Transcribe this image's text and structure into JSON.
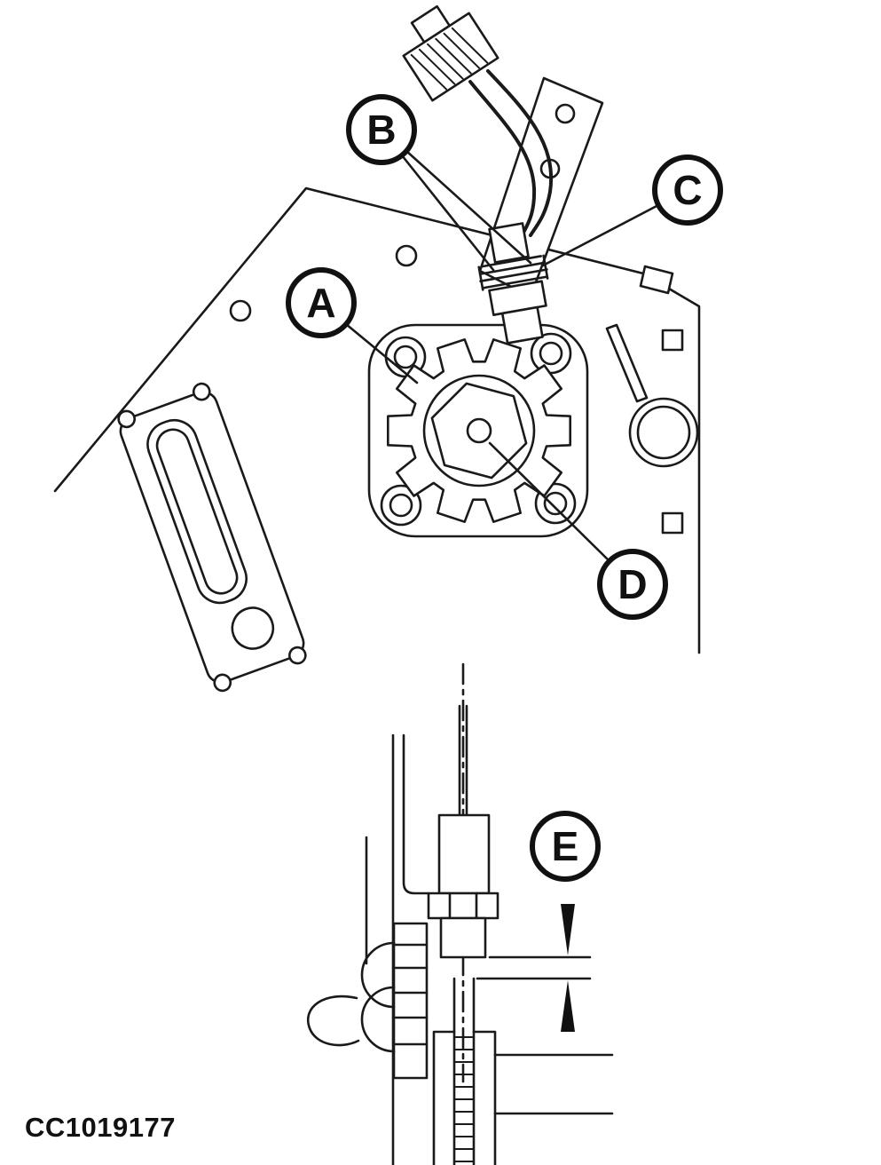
{
  "figure": {
    "code": "CC1019177"
  },
  "callouts": [
    {
      "letter": "A"
    },
    {
      "letter": "B"
    },
    {
      "letter": "C"
    },
    {
      "letter": "D"
    },
    {
      "letter": "E"
    }
  ],
  "colors": {
    "line": "#1a1a1a",
    "background": "#ffffff"
  }
}
